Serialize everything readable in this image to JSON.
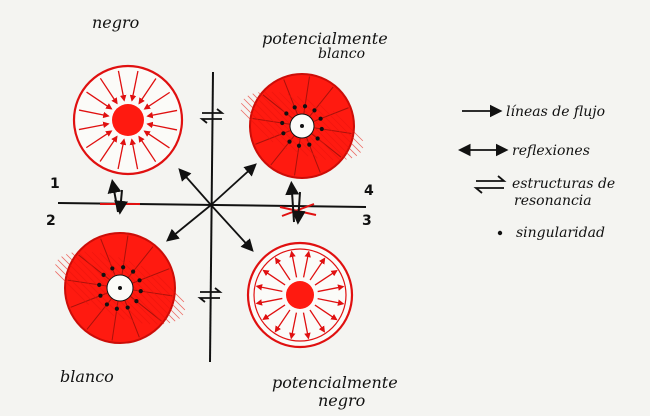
{
  "labels": {
    "top_left": "negro",
    "top_right_line1": "potencialmente",
    "top_right_line2": "blanco",
    "bottom_left": "blanco",
    "bottom_right_line1": "potencialmente",
    "bottom_right_line2": "negro"
  },
  "axis_numbers": {
    "n1": "1",
    "n2": "2",
    "n3": "3",
    "n4": "4"
  },
  "legend": {
    "items": [
      {
        "icon": "single-arrow-icon",
        "text": "líneas de flujo"
      },
      {
        "icon": "double-arrow-icon",
        "text": "reflexiones"
      },
      {
        "icon": "harpoon-pair-icon",
        "text_line1": "estructuras de",
        "text_line2": "resonancia"
      },
      {
        "icon": "dot-icon",
        "text": "singularidad"
      }
    ]
  },
  "colors": {
    "ink": "#111111",
    "red": "#ff1a10",
    "paper": "#f4f4f1"
  }
}
